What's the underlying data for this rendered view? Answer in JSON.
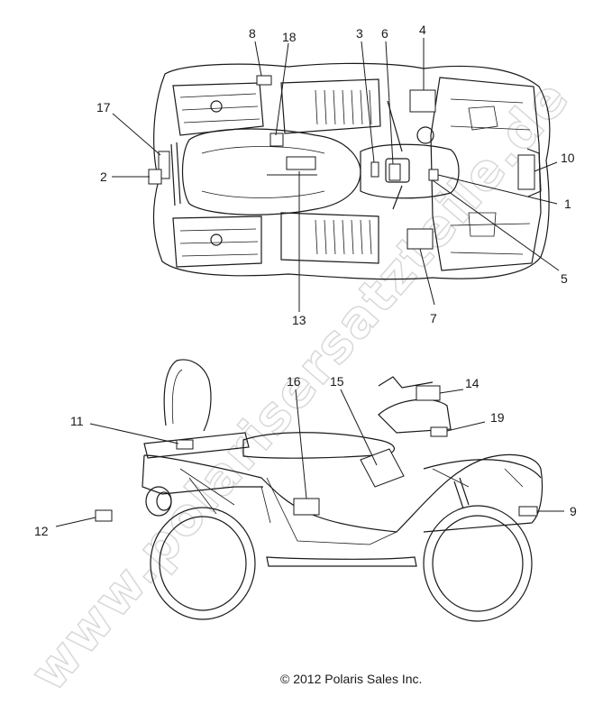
{
  "watermark": "www.polarisersatzteile.de",
  "copyright": "© 2012 Polaris Sales Inc.",
  "callouts": {
    "c1": "1",
    "c2": "2",
    "c3": "3",
    "c4": "4",
    "c5": "5",
    "c6": "6",
    "c7": "7",
    "c8": "8",
    "c9": "9",
    "c10": "10",
    "c11": "11",
    "c12": "12",
    "c13": "13",
    "c14": "14",
    "c15": "15",
    "c16": "16",
    "c17": "17",
    "c18": "18",
    "c19": "19"
  },
  "colors": {
    "ink": "#1a1a1a",
    "watermark": "#d8d8d8",
    "background": "#ffffff"
  }
}
